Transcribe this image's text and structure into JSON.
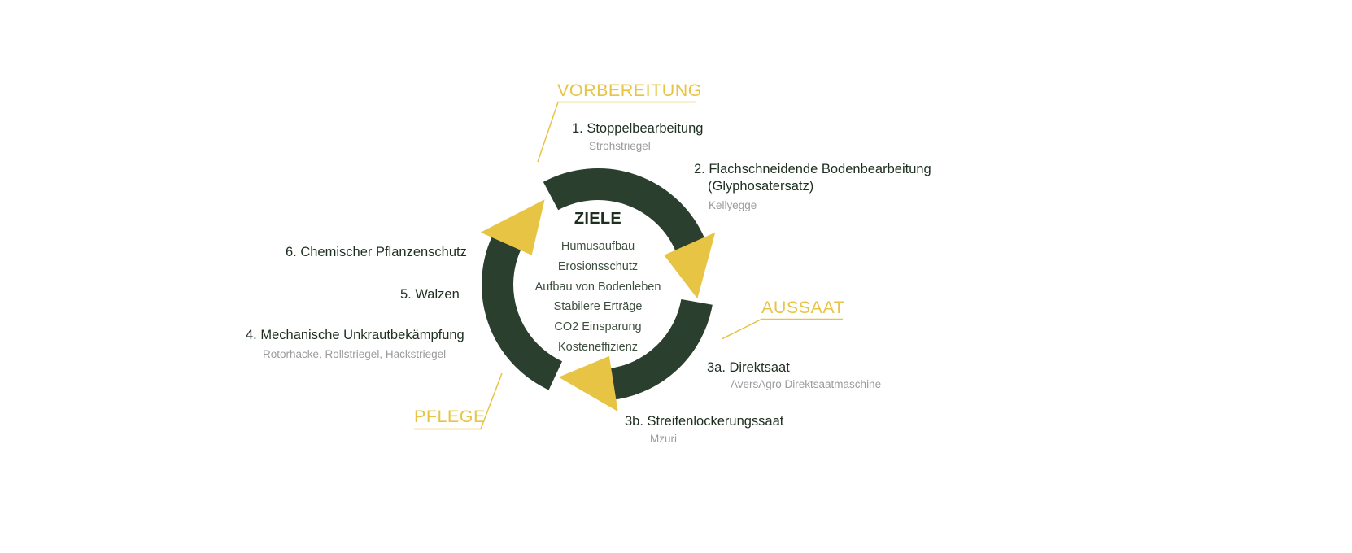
{
  "colors": {
    "ring_green": "#2b3f2e",
    "accent_yellow": "#e7c444",
    "text_dark": "#1e2f20",
    "subtitle_gray": "#9b9b9b",
    "goals_green": "#3d4f3e"
  },
  "phases": {
    "vorbereitung": "VORBEREITUNG",
    "aussaat": "AUSSAAT",
    "pflege": "PFLEGE"
  },
  "steps": [
    {
      "label": "1. Stoppelbearbeitung",
      "subtitle": "Strohstriegel"
    },
    {
      "label": "2. Flachschneidende Bodenbearbeitung\n(Glyphosatersatz)",
      "subtitle": "Kellyegge"
    },
    {
      "label": "3a. Direktsaat",
      "subtitle": "AversAgro Direktsaatmaschine"
    },
    {
      "label": "3b. Streifenlockerungssaat",
      "subtitle": "Mzuri"
    },
    {
      "label": "4. Mechanische Unkrautbekämpfung",
      "subtitle": "Rotorhacke, Rollstriegel, Hackstriegel"
    },
    {
      "label": "5. Walzen"
    },
    {
      "label": "6. Chemischer Pflanzenschutz"
    }
  ],
  "center": {
    "title": "ZIELE",
    "goals": [
      "Humusaufbau",
      "Erosionsschutz",
      "Aufbau von Bodenleben",
      "Stabilere Erträge",
      "CO2 Einsparung",
      "Kosteneffizienz"
    ]
  }
}
